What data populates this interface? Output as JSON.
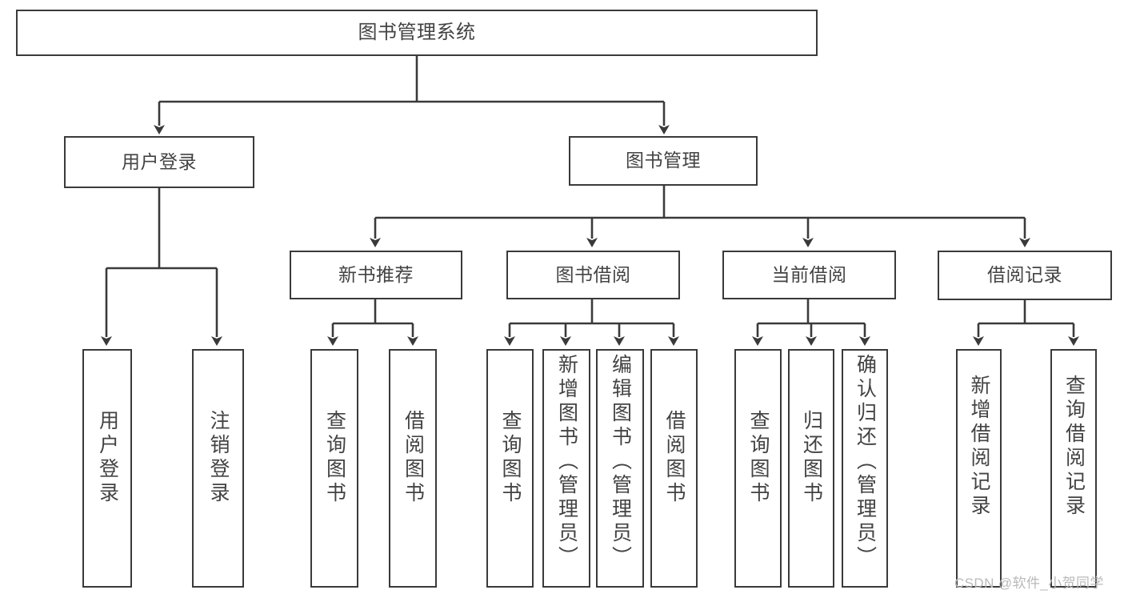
{
  "diagram": {
    "type": "tree-hierarchy",
    "title": "图书管理系统",
    "root": {
      "label": "图书管理系统"
    },
    "level1": [
      {
        "id": "user-login",
        "label": "用户登录"
      },
      {
        "id": "book-management",
        "label": "图书管理"
      }
    ],
    "level2": [
      {
        "id": "new-book-recommend",
        "label": "新书推荐",
        "parent": "book-management"
      },
      {
        "id": "book-borrow",
        "label": "图书借阅",
        "parent": "book-management"
      },
      {
        "id": "current-borrow",
        "label": "当前借阅",
        "parent": "book-management"
      },
      {
        "id": "borrow-record",
        "label": "借阅记录",
        "parent": "book-management"
      }
    ],
    "leaves": {
      "user_login": [
        {
          "id": "leaf-user-login",
          "label": "用户登录"
        },
        {
          "id": "leaf-user-logout",
          "label": "注销登录"
        }
      ],
      "new_book_recommend": [
        {
          "id": "leaf-query-book-1",
          "label": "查询图书"
        },
        {
          "id": "leaf-borrow-book-1",
          "label": "借阅图书"
        }
      ],
      "book_borrow": [
        {
          "id": "leaf-query-book-2",
          "label": "查询图书"
        },
        {
          "id": "leaf-add-book",
          "label": "新增图书（管理员）"
        },
        {
          "id": "leaf-edit-book",
          "label": "编辑图书（管理员）"
        },
        {
          "id": "leaf-borrow-book-2",
          "label": "借阅图书"
        }
      ],
      "current_borrow": [
        {
          "id": "leaf-query-book-3",
          "label": "查询图书"
        },
        {
          "id": "leaf-return-book",
          "label": "归还图书"
        },
        {
          "id": "leaf-confirm-return",
          "label": "确认归还（管理员）"
        }
      ],
      "borrow_record": [
        {
          "id": "leaf-add-record",
          "label": "新增借阅记录"
        },
        {
          "id": "leaf-query-record",
          "label": "查询借阅记录"
        }
      ]
    }
  },
  "colors": {
    "box_border": "#3a3a3a",
    "box_fill": "#ffffff",
    "text": "#434343",
    "connector": "#3a3a3a",
    "watermark": "#b9b9b9",
    "background": "#ffffff"
  },
  "watermark": {
    "text": "CSDN @软件_小贺同学"
  }
}
